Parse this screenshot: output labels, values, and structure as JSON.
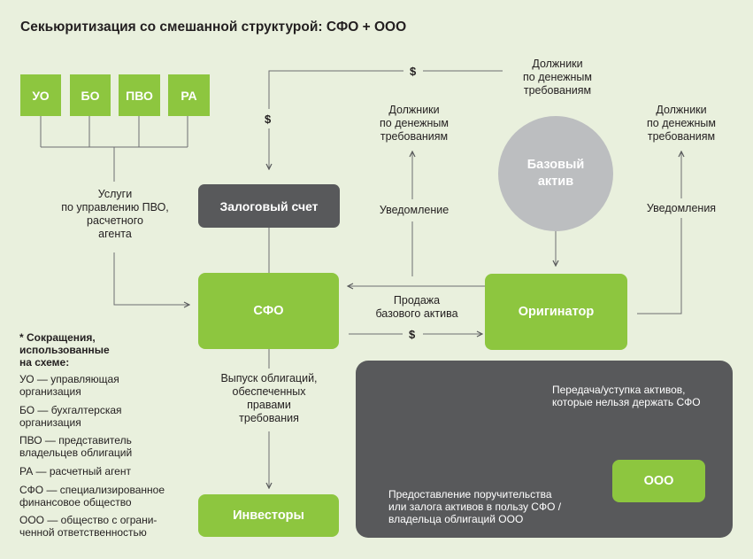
{
  "title": "Секьюритизация со смешанной структурой: СФО + ООО",
  "boxes": {
    "uo": "УО",
    "bo": "БО",
    "pvo": "ПВО",
    "ra": "РА",
    "collateral": "Залоговый счет",
    "sfo": "СФО",
    "originator": "Оригинатор",
    "investors": "Инвесторы",
    "ooo": "ООО",
    "base_asset": [
      "Базовый",
      "актив"
    ]
  },
  "labels": {
    "debtors_top": [
      "Должники",
      "по денежным",
      "требованиям"
    ],
    "debtors_left": [
      "Должники",
      "по денежным",
      "требованиям"
    ],
    "debtors_right": [
      "Должники",
      "по денежным",
      "требованиям"
    ],
    "services": [
      "Услуги",
      "по управлению ПВО,",
      "расчетного",
      "агента"
    ],
    "notification_left": "Уведомление",
    "notification_right": "Уведомления",
    "sale": [
      "Продажа",
      "базового актива"
    ],
    "bonds": [
      "Выпуск облигаций,",
      "обеспеченных",
      "правами",
      "требования"
    ],
    "transfer": [
      "Передача/уступка активов,",
      "которые нельзя держать СФО"
    ],
    "guarantee": [
      "Предоставление поручительства",
      "или залога активов в пользу СФО /",
      "владельца облигаций ООО"
    ],
    "dollar": "$"
  },
  "legend": {
    "title": [
      "* Сокращения,",
      "использованные",
      "на схеме:"
    ],
    "items": [
      [
        "УО — управляющая",
        "организация"
      ],
      [
        "БО — бухгалтерская",
        "организация"
      ],
      [
        "ПВО — представитель",
        "владельцев облигаций"
      ],
      [
        "РА — расчетный агент"
      ],
      [
        "СФО — специализированное",
        "финансовое общество"
      ],
      [
        "ООО — общество с ограни-",
        "ченной ответственностью"
      ]
    ]
  },
  "colors": {
    "green": "#8dc63f",
    "dark": "#58595b",
    "circle": "#bcbec0",
    "background": "#e9f0dd",
    "line": "#6d6e71"
  }
}
